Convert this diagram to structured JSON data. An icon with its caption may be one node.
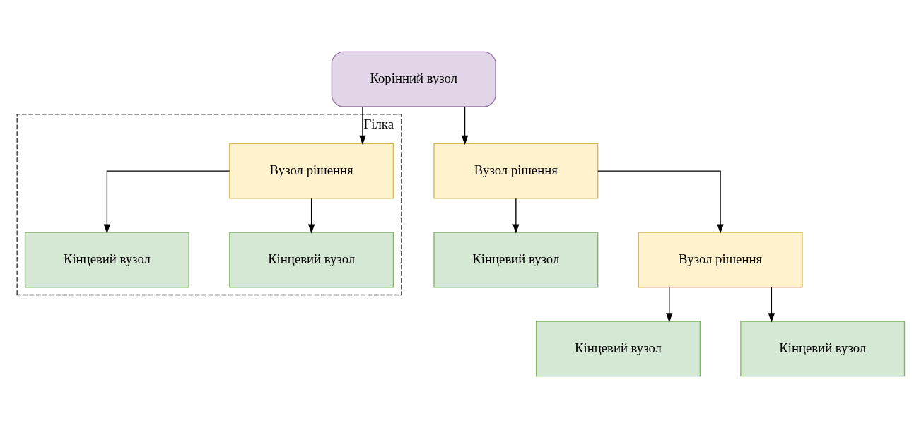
{
  "diagram": {
    "nodes": [
      {
        "text": [
          "Корінний вузол"
        ]
      },
      {
        "text": [
          "Гілка"
        ]
      },
      {
        "text": [
          "Вузол рішення"
        ]
      },
      {
        "text": [
          "Вузол рішення"
        ],
        "in": 1
      },
      {
        "text": [
          "Кінцевий вузол"
        ]
      },
      {
        "text": [
          "Вузол рішення"
        ]
      },
      {
        "text": [
          "Кінцевий вузол"
        ],
        "in": 1
      },
      {
        "text": [
          "Кінцевий вузол"
        ],
        "in": 1
      },
      {
        "text": [
          "Кінцевий вузол"
        ]
      },
      {
        "text": [
          "Кінцевий вузол"
        ]
      }
    ],
    "edges": [
      {
        "from": 0,
        "to": 2,
        "arrow": "to"
      },
      {
        "from": 0,
        "to": 3,
        "arrow": "to"
      },
      {
        "from": 2,
        "to": 4,
        "arrow": "to"
      },
      {
        "from": 2,
        "to": 5,
        "arrow": "to"
      },
      {
        "from": 3,
        "to": 6,
        "arrow": "to"
      },
      {
        "from": 3,
        "to": 7,
        "arrow": "to"
      },
      {
        "from": 5,
        "to": 8,
        "arrow": "to"
      },
      {
        "from": 5,
        "to": 9,
        "arrow": "to"
      }
    ]
  }
}
